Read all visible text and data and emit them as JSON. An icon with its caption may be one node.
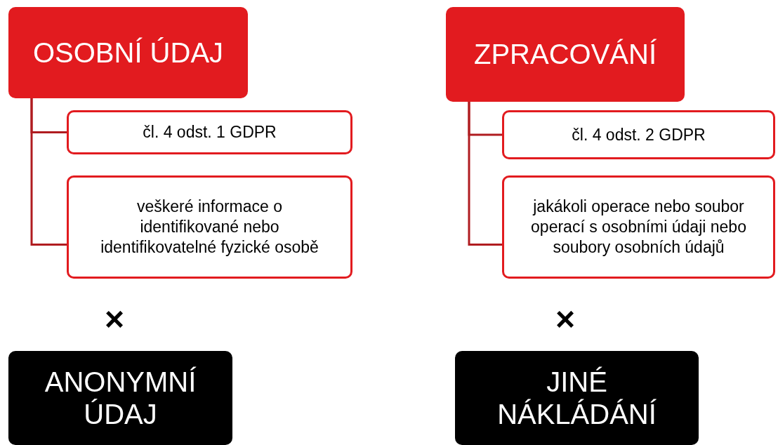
{
  "diagram": {
    "nodes": [
      {
        "text": [
          "OSOBNÍ ÚDAJ"
        ]
      },
      {
        "text": [
          "čl. 4 odst. 1 GDPR"
        ]
      },
      {
        "text": [
          "veškeré informace o identifikované nebo identifikovatelné fyzické osobě"
        ]
      },
      {
        "text": [
          "ANONYMNÍ ÚDAJ"
        ]
      },
      {
        "text": [
          "ZPRACOVÁNÍ"
        ]
      },
      {
        "text": [
          "čl. 4 odst. 2 GDPR"
        ]
      },
      {
        "text": [
          "jakákoli operace nebo soubor operací s osobními údaji nebo soubory osobních údajů"
        ]
      },
      {
        "text": [
          "JINÉ NÁKLÁDÁNÍ"
        ]
      }
    ],
    "edges": [
      {
        "from": 0,
        "to": 1,
        "arrow": "none"
      },
      {
        "from": 0,
        "to": 2,
        "arrow": "none"
      },
      {
        "from": 4,
        "to": 5,
        "arrow": "none"
      },
      {
        "from": 4,
        "to": 6,
        "arrow": "none"
      }
    ],
    "labels": [
      "×",
      "×"
    ]
  }
}
